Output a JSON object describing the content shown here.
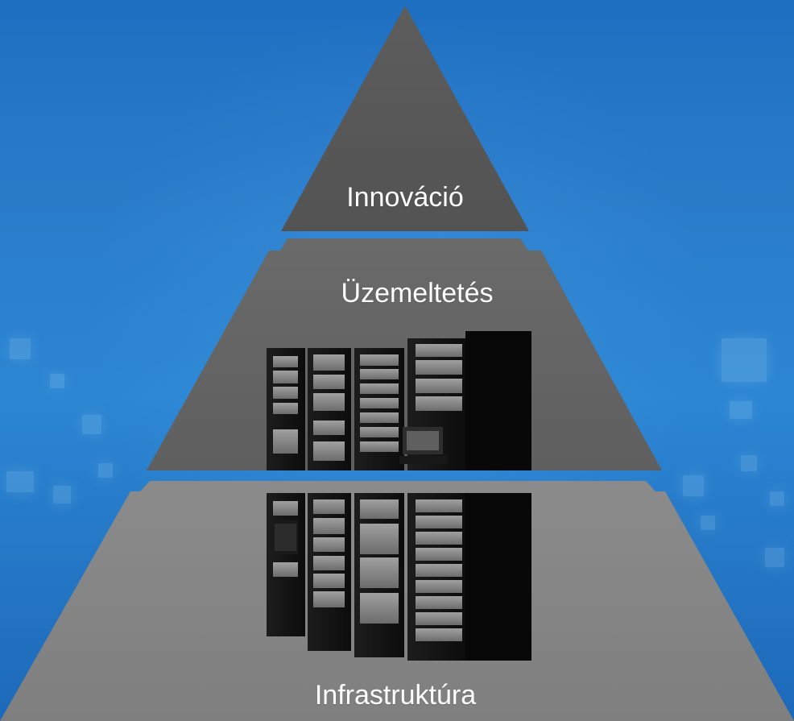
{
  "diagram": {
    "tiers": [
      {
        "label": "Innováció"
      },
      {
        "label": "Üzemeltetés"
      },
      {
        "label": "Infrastruktúra"
      }
    ]
  },
  "colors": {
    "background_top": "#1f6fc2",
    "background_bottom": "#1d69b9",
    "tier_dark": "#5a5a5a",
    "tier_mid": "#666666",
    "tier_light": "#8a8a8a",
    "rack_dark": "#111111",
    "rack_accent": "#8c8c8c"
  },
  "icons": {
    "background": "digital-tile-pattern",
    "tier_illustration": "server-rack-icon"
  }
}
